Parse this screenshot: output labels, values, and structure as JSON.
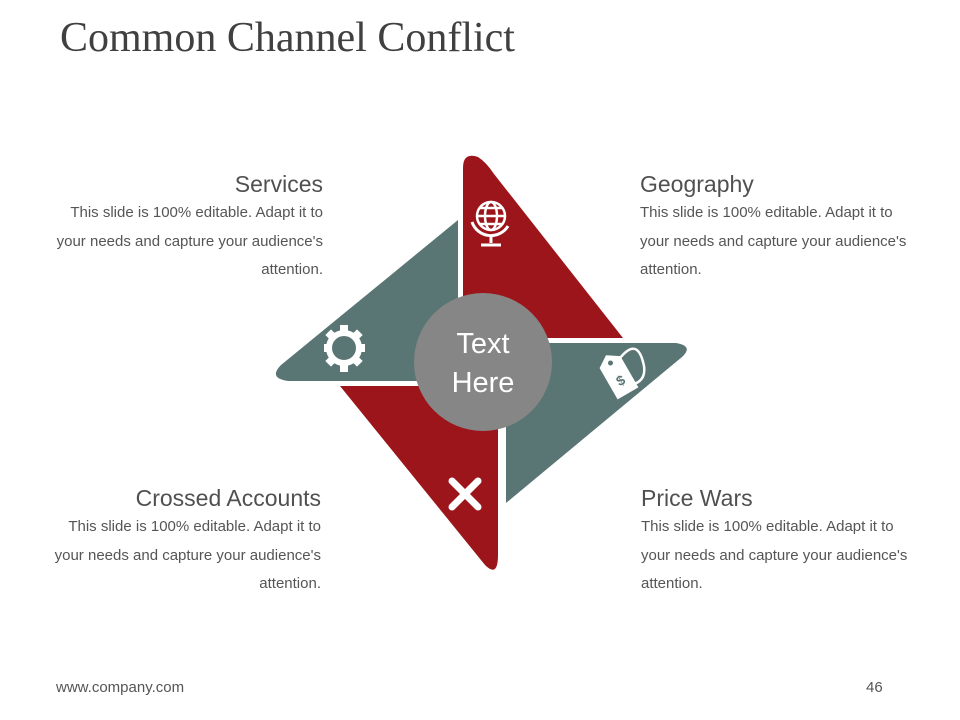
{
  "title": "Common Channel Conflict",
  "center": {
    "line1": "Text",
    "line2": "Here"
  },
  "items": [
    {
      "heading": "Services",
      "line1": "This slide is 100% editable. Adapt it to",
      "line2": "your needs and capture your audience's",
      "line3": "attention.",
      "icon": "gear-icon"
    },
    {
      "heading": "Geography",
      "line1": "This slide is 100% editable. Adapt it to",
      "line2": "your needs and capture your audience's",
      "line3": "attention.",
      "icon": "globe-icon"
    },
    {
      "heading": "Crossed Accounts",
      "line1": "This slide is 100% editable. Adapt it to",
      "line2": "your needs and capture your audience's",
      "line3": "attention.",
      "icon": "cross-icon"
    },
    {
      "heading": "Price Wars",
      "line1": "This slide is 100% editable. Adapt it to",
      "line2": "your needs and capture your audience's",
      "line3": "attention.",
      "icon": "price-tag-icon"
    }
  ],
  "colors": {
    "red": "#9b151b",
    "teal": "#5a7674",
    "circle": "#868686",
    "icon": "#ffffff"
  },
  "footer": {
    "url": "www.company.com",
    "page": "46"
  }
}
